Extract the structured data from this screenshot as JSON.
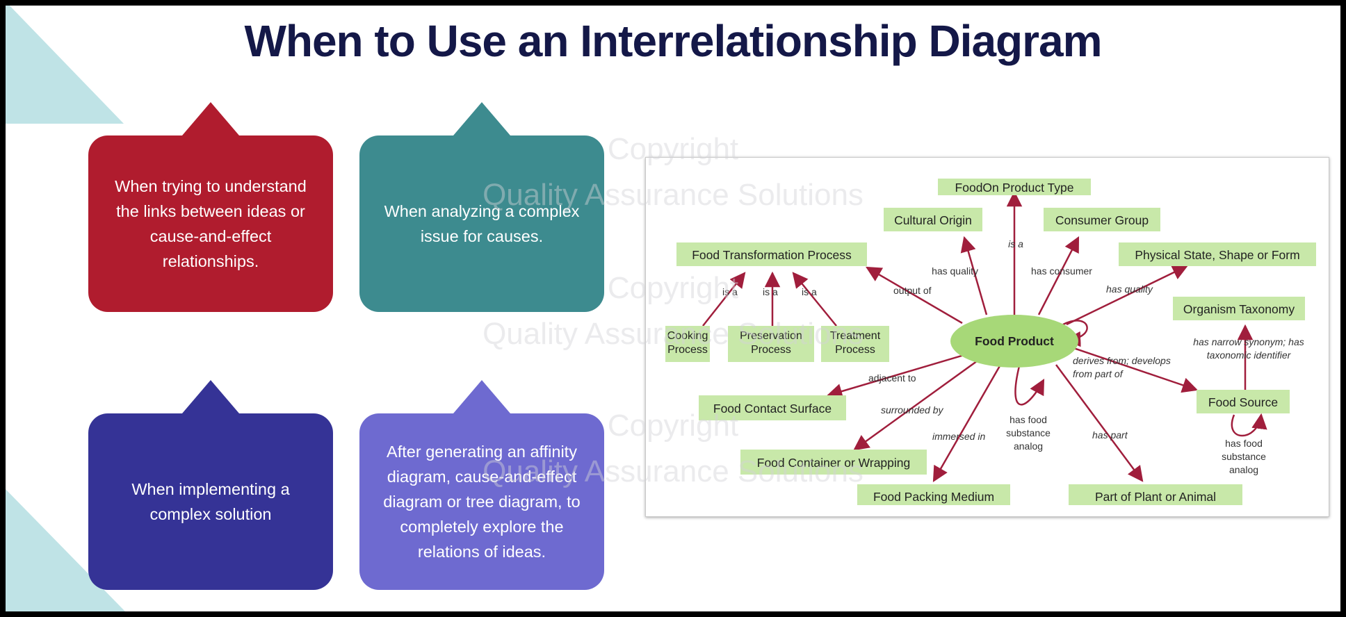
{
  "title": "When to Use an Interrelationship Diagram",
  "cards": [
    {
      "text": "When trying to understand the links between ideas or cause-and-effect relationships.",
      "color": "#b01c2e"
    },
    {
      "text": "When analyzing a complex issue for causes.",
      "color": "#3d8b8f"
    },
    {
      "text": "When implementing a complex solution",
      "color": "#353396"
    },
    {
      "text": "After generating an affinity diagram, cause-and-effect diagram or tree diagram, to completely explore the relations of ideas.",
      "color": "#6e6ad0"
    }
  ],
  "watermark": {
    "line1": "Copyright",
    "line2": "Quality Assurance Solutions"
  },
  "diagram": {
    "center": "Food Product",
    "nodes": {
      "foodon": "FoodOn Product Type",
      "cultural": "Cultural Origin",
      "consumer": "Consumer Group",
      "transform": "Food Transformation Process",
      "physical": "Physical State, Shape or Form",
      "organism": "Organism Taxonomy",
      "cooking": "Cooking Process",
      "preservation": "Preservation Process",
      "treatment": "Treatment Process",
      "contact": "Food Contact Surface",
      "source": "Food Source",
      "container": "Food Container or Wrapping",
      "packing": "Food Packing Medium",
      "plant": "Part of Plant or Animal"
    },
    "edges": {
      "is_a": "is a",
      "has_quality": "has quality",
      "has_consumer": "has consumer",
      "output_of": "output of",
      "has_quality2": "has quality",
      "derives_from": "derives from; develops from part of",
      "narrow_synonym": "has narrow synonym; has taxonomic identifier",
      "adjacent_to": "adjacent to",
      "surrounded_by": "surrounded by",
      "immersed_in": "immersed in",
      "analog1": "has food substance analog",
      "has_part": "has part",
      "analog2": "has food substance analog"
    }
  }
}
